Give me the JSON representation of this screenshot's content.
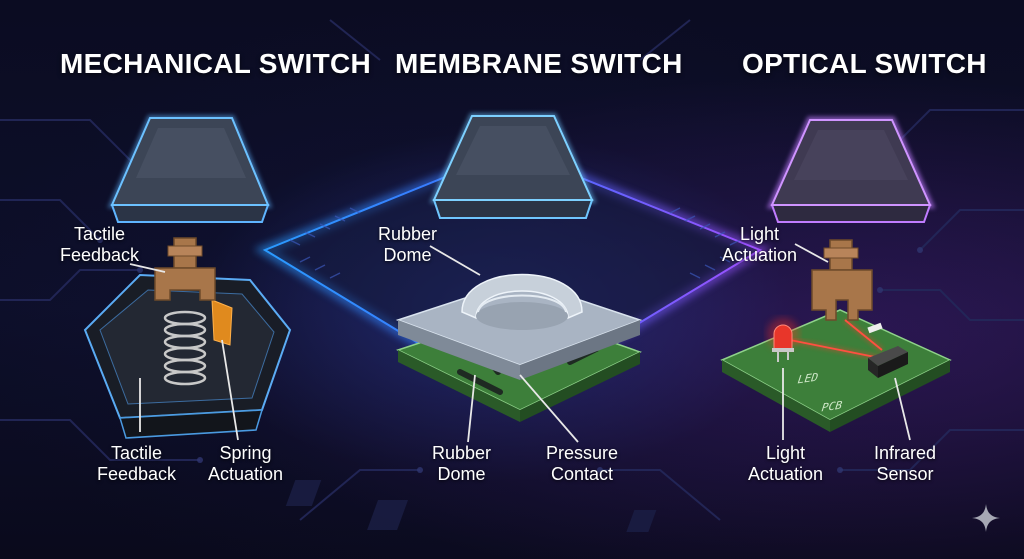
{
  "titles": {
    "mechanical": "MECHANICAL SWITCH",
    "membrane": "MEMBRANE SWITCH",
    "optical": "OPTICAL SWITCH"
  },
  "mechanical_labels": {
    "top": "Tactile\nFeedback",
    "bottom_left": "Tactile\nFeedback",
    "bottom_right": "Spring\nActuation"
  },
  "membrane_labels": {
    "top": "Rubber\nDome",
    "bottom_left": "Rubber\nDome",
    "bottom_right": "Pressure\nContact"
  },
  "optical_labels": {
    "top": "Light\nActuation",
    "bottom_left": "Light\nActuation",
    "bottom_right": "Infrared\nSensor",
    "led_marking": "LED",
    "pcb_marking": "PCB"
  },
  "colors": {
    "mechanical_glow": "#5fb4ff",
    "membrane_glow": "#6fc6ff",
    "optical_glow": "#c07cff",
    "stem_brown": "#a8764a",
    "pcb_green": "#3d7f3a",
    "laser_red": "#ff3a2a"
  },
  "icons": {
    "watermark": "sparkle-icon"
  }
}
